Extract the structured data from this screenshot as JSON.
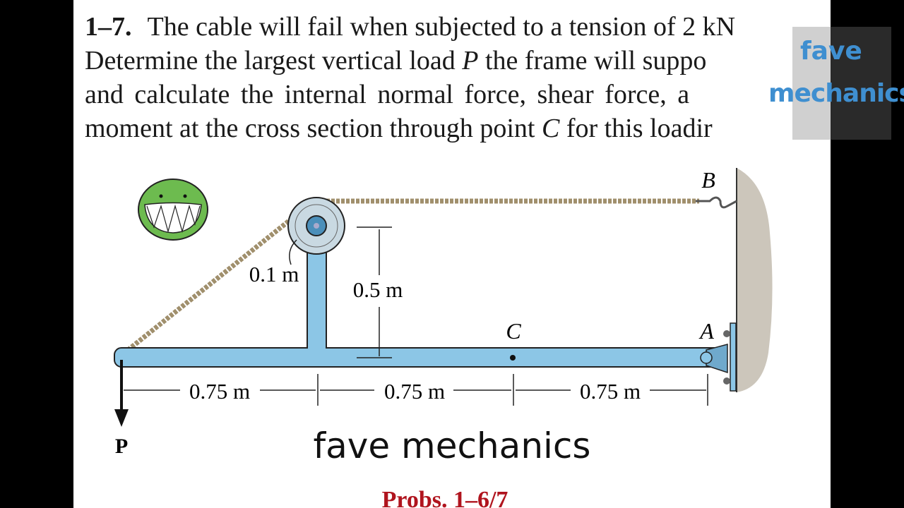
{
  "problem": {
    "number": "1–7.",
    "line1": "The cable will fail when subjected to a tension of 2 kN",
    "line2_a": "Determine the largest vertical load ",
    "line2_var": "P",
    "line2_b": " the frame will suppo",
    "line3": "and calculate the internal normal force, shear force, a",
    "line4_a": "moment at the cross section through point ",
    "line4_var": "C",
    "line4_b": " for this loadir"
  },
  "watermark": {
    "line1": "fave",
    "line2": "mechanics",
    "color": "#3f8fd0"
  },
  "diagram": {
    "label_B": "B",
    "label_A": "A",
    "label_C": "C",
    "label_P": "P",
    "pulley_radius": "0.1 m",
    "post_height": "0.5 m",
    "dims": [
      "0.75 m",
      "0.75 m",
      "0.75 m"
    ],
    "beam_color": "#8cc6e6",
    "mascot_color": "#6dbb4f"
  },
  "caption": "fave mechanics",
  "figure_label": "Probs. 1–6/7"
}
